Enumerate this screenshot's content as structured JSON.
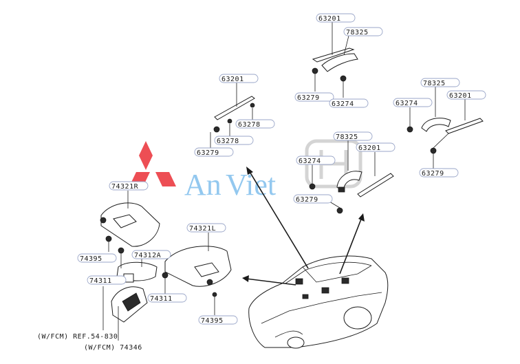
{
  "watermark": {
    "text_a": "An",
    "text_b": "Viet",
    "brand_red": "#e8141b",
    "brand_blue": "#6fb6ea"
  },
  "labels": {
    "l1": "63201",
    "l2": "78325",
    "l3": "63279",
    "l4": "63274",
    "l5": "63201",
    "l6": "63278",
    "l7": "63278",
    "l8": "63279",
    "l9": "78325",
    "l10": "63201",
    "l11": "63274",
    "l12": "63279",
    "l13": "78325",
    "l14": "63201",
    "l15": "63274",
    "l16": "63279",
    "l17": "74321R",
    "l18": "74321L",
    "l19": "74395",
    "l20": "74312A",
    "l21": "74311",
    "l22": "74311",
    "l23": "74395",
    "l24": "(W/FCM) REF.54-830",
    "l25": "(W/FCM) 74346"
  },
  "colors": {
    "label_border": "#9aa6c8",
    "line": "#1a1a1a"
  }
}
